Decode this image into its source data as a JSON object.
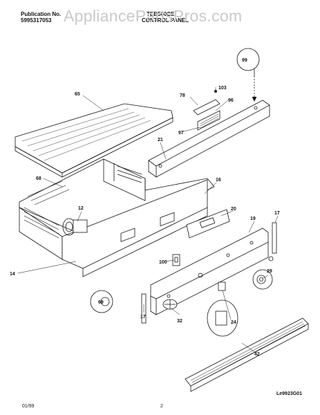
{
  "header": {
    "pub_label": "Publication No.",
    "pub_number": "5995317053",
    "model": "TEB500CE",
    "section": "CONTROL PANEL"
  },
  "watermark": "AppliancePartsPros.com",
  "callouts": {
    "p99": "99",
    "p103": "103",
    "p78": "78",
    "p96": "96",
    "p65": "65",
    "p97": "97",
    "p21": "21",
    "p68": "68",
    "p16": "16",
    "p12": "12",
    "p20": "20",
    "p17a": "17",
    "p19": "19",
    "p100": "100",
    "p69": "69",
    "p14": "14",
    "p29": "29",
    "p17b": "17",
    "p32": "32",
    "p24": "24",
    "p42": "42"
  },
  "diagram_code": "Le9923G01",
  "footer": {
    "date": "01/99",
    "page": "2"
  }
}
